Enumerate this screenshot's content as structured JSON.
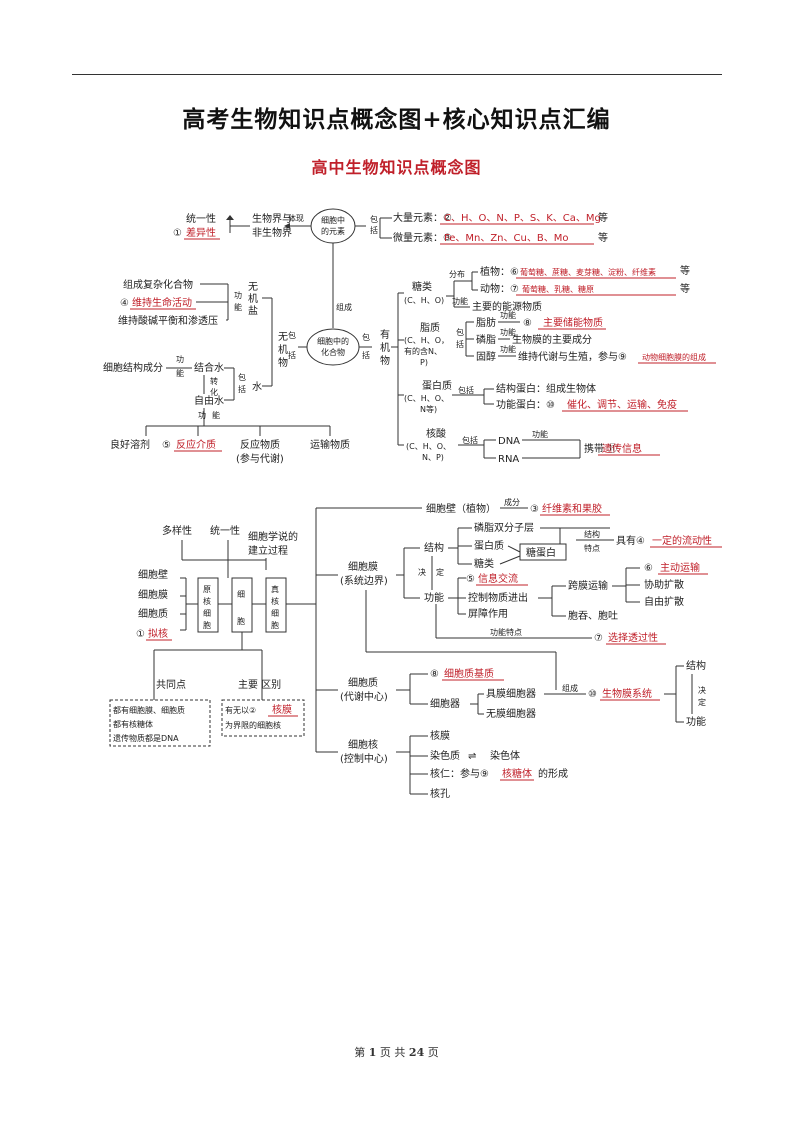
{
  "page": {
    "title": "高考生物知识点概念图+核心知识点汇编",
    "subtitle": "高中生物知识点概念图",
    "footer": {
      "prefix": "第",
      "current": "1",
      "middle": "页 共",
      "total": "24",
      "suffix": "页"
    }
  },
  "map1": {
    "unity": "统一性",
    "diff_prefix": "①",
    "diff_ans": "差异性",
    "bio_world_1": "生物界与",
    "bio_world_2": "非生物界",
    "embody": "体现",
    "cell_elem_1": "细胞中",
    "cell_elem_2": "的元素",
    "include_a1": "包",
    "include_a2": "括",
    "macro_label": "大量元素：②",
    "macro_ans": "C、H、O、N、P、S、K、Ca、Mg",
    "etc": "等",
    "micro_label": "微量元素：③",
    "micro_ans": "Fe、Mn、Zn、Cu、B、Mo",
    "compose": "组成",
    "cell_comp_1": "细胞中的",
    "cell_comp_2": "化合物",
    "inorganic": [
      "无",
      "机",
      "物"
    ],
    "organic": [
      "有",
      "机",
      "物"
    ],
    "include_b": [
      "包",
      "括"
    ],
    "include_c": [
      "包",
      "括"
    ],
    "include_d": [
      "包",
      "括"
    ],
    "salt_head": [
      "无",
      "机",
      "盐"
    ],
    "function_v": [
      "功",
      "能"
    ],
    "salt_f1": "组成复杂化合物",
    "salt_f2_prefix": "④",
    "salt_f2_ans": "维持生命活动",
    "salt_f3": "维持酸碱平衡和渗透压",
    "cell_struct": "细胞结构成分",
    "bound_water": "结合水",
    "free_water": "自由水",
    "convert": [
      "转",
      "化"
    ],
    "water": "水",
    "free_func": [
      "功",
      "能"
    ],
    "good_solvent": "良好溶剂",
    "medium_prefix": "⑤",
    "medium_ans": "反应介质",
    "reactant_1": "反应物质",
    "reactant_2": "(参与代谢)",
    "transport": "运输物质",
    "sugar_1": "糖类",
    "sugar_2": "(C、H、O)",
    "distrib": "分布",
    "func_h": "功能",
    "plant_label": "植物：⑥",
    "plant_ans": "葡萄糖、蔗糖、麦芽糖、淀粉、纤维素",
    "animal_label": "动物：⑦",
    "animal_ans": "葡萄糖、乳糖、糖原",
    "energy_src": "主要的能源物质",
    "lipid_1": "脂质",
    "lipid_2": "(C、H、O，",
    "lipid_3": "有的含N、",
    "lipid_4": "P)",
    "fat": "脂肪",
    "fat_prefix": "⑧",
    "fat_ans": "主要储能物质",
    "phospholipid": "磷脂",
    "membrane_comp": "生物膜的主要成分",
    "sterol": "固醇",
    "sterol_label": "维持代谢与生殖，参与⑨",
    "sterol_ans": "动物细胞膜的组成",
    "protein_1": "蛋白质",
    "protein_2": "(C、H、O、",
    "protein_3": "N等)",
    "incl_word": "包括",
    "struct_prot": "结构蛋白：组成生物体",
    "func_prot_label": "功能蛋白：⑩",
    "func_prot_ans": "催化、调节、运输、免疫",
    "nucleic_1": "核酸",
    "nucleic_2": "(C、H、O、",
    "nucleic_3": "N、P)",
    "dna": "DNA",
    "rna": "RNA",
    "carry_label": "携带 ⑪",
    "carry_ans": "遗传信息"
  },
  "map2": {
    "diversity": "多样性",
    "unity": "统一性",
    "theory_1": "细胞学说的",
    "theory_2": "建立过程",
    "wall": "细胞壁",
    "membrane": "细胞膜",
    "cytoplasm": "细胞质",
    "nucleoid_prefix": "①",
    "nucleoid_ans": "拟核",
    "prok": [
      "原",
      "核",
      "细",
      "胞"
    ],
    "cell_box": [
      "细",
      "胞"
    ],
    "euk": [
      "真",
      "核",
      "细",
      "胞"
    ],
    "common": "共同点",
    "main_diff": "主要  区别",
    "common_1": "都有细胞膜、细胞质",
    "common_2": "都有核糖体",
    "common_3": "遗传物质都是DNA",
    "diff_1_prefix": "有无以②",
    "diff_1_ans": "核膜",
    "diff_2": "为界限的细胞核",
    "wall_plant": "细胞壁（植物）",
    "compose": "成分",
    "wall_prefix": "③",
    "wall_ans": "纤维素和果胶",
    "cm_1": "细胞膜",
    "cm_2": "(系统边界)",
    "structure": "结构",
    "decide": [
      "决",
      "定"
    ],
    "func": "功能",
    "phos_bilayer": "磷脂双分子层",
    "protein": "蛋白质",
    "sugars": "糖类",
    "glycoprotein": "糖蛋白",
    "struct_feat_1": "结构",
    "struct_feat_2": "特点",
    "have": "具有④",
    "have_ans": "一定的流动性",
    "info_prefix": "⑤",
    "info_ans": "信息交流",
    "control": "控制物质进出",
    "barrier": "屏障作用",
    "transmem": "跨膜运输",
    "active_prefix": "⑥",
    "active_ans": "主动运输",
    "facilitated": "协助扩散",
    "free_diff": "自由扩散",
    "endo_exo": "胞吞、胞吐",
    "func_feat": "功能特点",
    "selective_prefix": "⑦",
    "selective_ans": "选择透过性",
    "cyto_1": "细胞质",
    "cyto_2": "(代谢中心)",
    "matrix_prefix": "⑧",
    "matrix_ans": "细胞质基质",
    "organelle": "细胞器",
    "membranous": "具膜细胞器",
    "non_membranous": "无膜细胞器",
    "compose2": "组成",
    "biomem_prefix": "⑩",
    "biomem_ans": "生物膜系统",
    "bm_struct": "结构",
    "bm_decide": [
      "决",
      "定"
    ],
    "bm_func": "功能",
    "nuc_1": "细胞核",
    "nuc_2": "(控制中心)",
    "nuc_mem": "核膜",
    "chromatin": "染色质",
    "arrow_eq": "⇌",
    "chromosome": "染色体",
    "nucleolus_label": "核仁：参与⑨",
    "nucleolus_ans": "核糖体",
    "formation": "的形成",
    "pore": "核孔"
  }
}
